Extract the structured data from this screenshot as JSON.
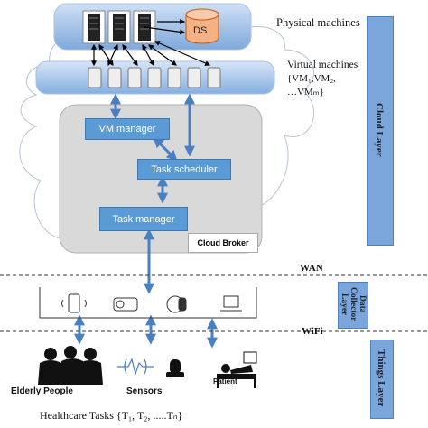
{
  "nodes": {
    "ds": "DS",
    "physical_machines": "Physical machines",
    "virtual_machines_title": "Virtual machines",
    "virtual_machines_set": "{VM₁,VM₂,",
    "virtual_machines_set2": "…VMₘ}",
    "vm_manager": "VM manager",
    "task_scheduler": "Task scheduler",
    "task_manager": "Task manager",
    "cloud_broker": "Cloud Broker",
    "wan": "WAN",
    "wifi": "WiFi",
    "elderly_people": "Elderly People",
    "sensors": "Sensors",
    "patient": "Patient",
    "healthcare_tasks": "Healthcare Tasks {T₁, T₂, .....Tₙ}"
  },
  "layers": {
    "cloud": "Cloud Layer",
    "data_collector": "Data Collector Layer",
    "things": "Things Layer"
  },
  "colors": {
    "accent_blue": "#5b9bd5",
    "layer_bar": "#7aa6dc",
    "broker_panel": "#d9d9d9"
  },
  "icons": [
    "server-icon",
    "database-icon",
    "virtual-machine-icon",
    "smartphone-icon",
    "smartwatch-icon",
    "medical-band-icon",
    "laptop-icon",
    "elderly-people-icon",
    "heartbeat-sensor-icon",
    "patient-bed-icon"
  ]
}
